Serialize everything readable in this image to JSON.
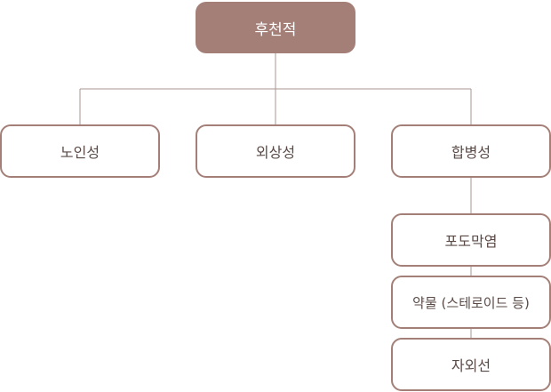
{
  "diagram": {
    "root": {
      "label": "후천적"
    },
    "children": [
      {
        "label": "노인성"
      },
      {
        "label": "외상성"
      },
      {
        "label": "합병성"
      }
    ],
    "complication_causes": [
      {
        "label": "포도막염"
      },
      {
        "label": "약물 (스테로이드 등)"
      },
      {
        "label": "자외선"
      }
    ],
    "colors": {
      "accent": "#a47f77",
      "line": "#a89590",
      "text": "#5a4a46",
      "root_text": "#ffffff"
    }
  }
}
